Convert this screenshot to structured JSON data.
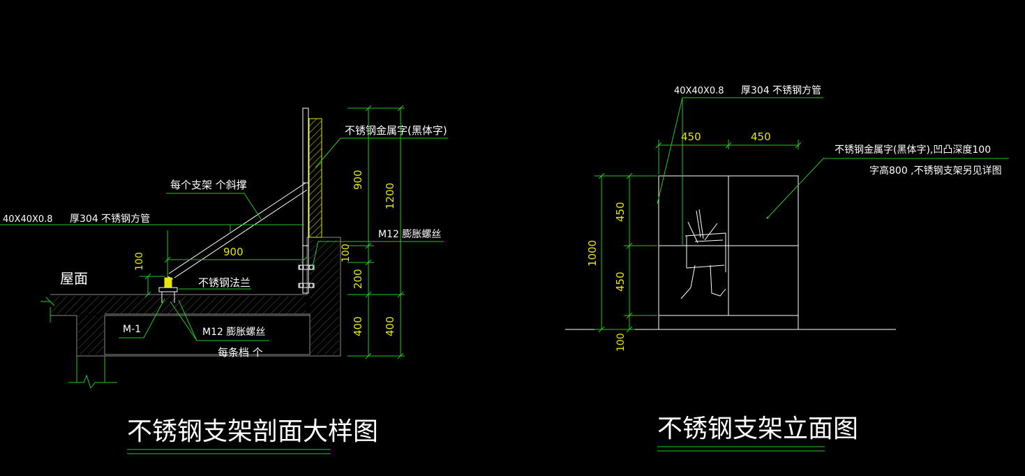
{
  "section": {
    "title": "不锈钢支架剖面大样图",
    "tube_size": "40X40X0.8",
    "tube_desc": "厚304  不锈钢方管",
    "sign_label": "不锈钢金属字(黑体字)",
    "brace_label": "每个支架 个斜撑",
    "bolt_label_top": "M12  膨胀螺丝",
    "flange_label": "不锈钢法兰",
    "roof_label": "屋面",
    "m1_label": "M-1",
    "bolt_label_bottom": "M12  膨胀螺丝",
    "per_bar_label": "每条档 个",
    "dims": {
      "d900_top": "900",
      "d1200": "1200",
      "d100_right": "100",
      "d200": "200",
      "d400_a": "400",
      "d400_b": "400",
      "d900_horiz": "900",
      "d100_left": "100"
    }
  },
  "elevation": {
    "title": "不锈钢支架立面图",
    "tube_size": "40X40X0.8",
    "tube_desc": "厚304  不锈钢方管",
    "sign_label_1": "不锈钢金属字(黑体字),凹凸深度100",
    "sign_label_2": "字高800  ,不锈钢支架另见详图",
    "glyph": "光",
    "dims": {
      "w450_a": "450",
      "w450_b": "450",
      "h450_a": "450",
      "h450_b": "450",
      "h1000": "1000",
      "h100": "100"
    }
  },
  "colors": {
    "background": "#000000",
    "linework": "#ffffff",
    "leaders": "#22c922",
    "dimension_text": "#e6e600",
    "concrete": "#8a8a8a"
  }
}
